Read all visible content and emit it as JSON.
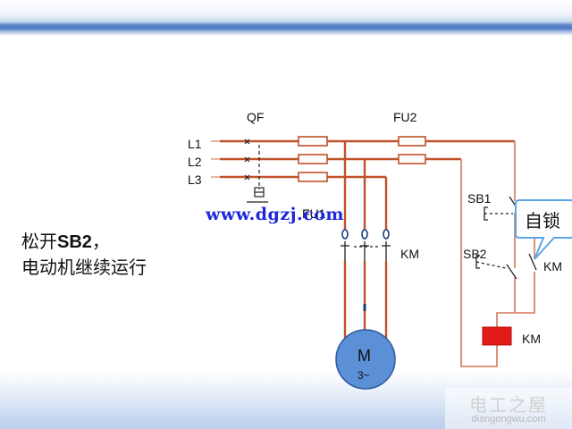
{
  "caption": {
    "line1_prefix": "松开",
    "line1_key": "SB2",
    "line1_suffix": "，",
    "line2": "电动机继续运行"
  },
  "labels": {
    "qf": "QF",
    "fu2": "FU2",
    "l1": "L1",
    "l2": "L2",
    "l3": "L3",
    "fu1": "FU1",
    "km_main": "KM",
    "sb1": "SB1",
    "sb2": "SB2",
    "km_aux": "KM",
    "km_coil": "KM",
    "motor": "M",
    "motor_phase": "3~"
  },
  "callout": {
    "text": "自锁"
  },
  "watermark": {
    "url": "www.dgzj.com",
    "logo_title": "电工之屋",
    "logo_sub": "diangongwu.com"
  },
  "colors": {
    "wire": "#c0522a",
    "wire_light": "#d9866a",
    "coil": "#e21a1a",
    "motor_fill": "#5b8fd6",
    "callout_border": "#5aa6e6",
    "top_band": "#4f7bc4"
  }
}
